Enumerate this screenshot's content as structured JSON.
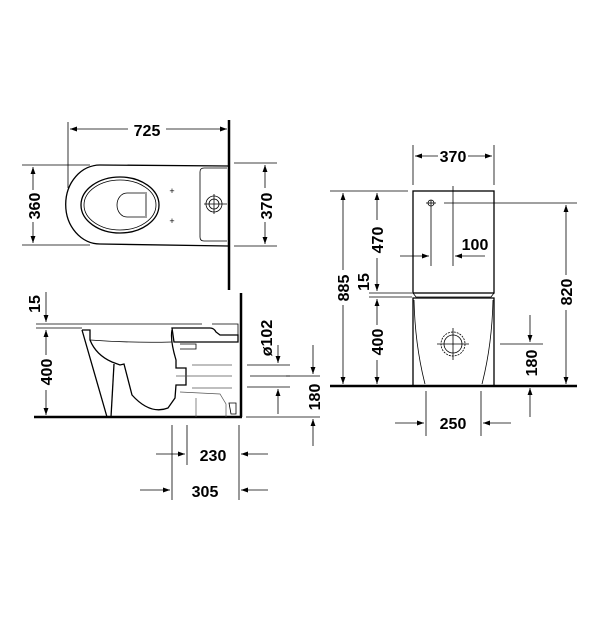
{
  "diagram": {
    "title": "Toilet dimension drawing",
    "units": "mm",
    "top_view": {
      "length_label": "725",
      "bowl_width_label": "360",
      "tank_width_label": "370"
    },
    "side_view": {
      "seat_gap_label": "15",
      "height_label": "400",
      "outlet_diameter_label": "ø102",
      "outlet_height_label": "180",
      "outlet_offset_label": "230",
      "outlet_far_label": "305"
    },
    "front_view": {
      "width_label": "370",
      "total_height_label": "885",
      "tank_height_label": "470",
      "gap_label": "15",
      "bowl_height_label": "400",
      "inlet_offset_label": "100",
      "inlet_height_label": "820",
      "outlet_height_label": "180",
      "base_width_label": "250"
    }
  }
}
